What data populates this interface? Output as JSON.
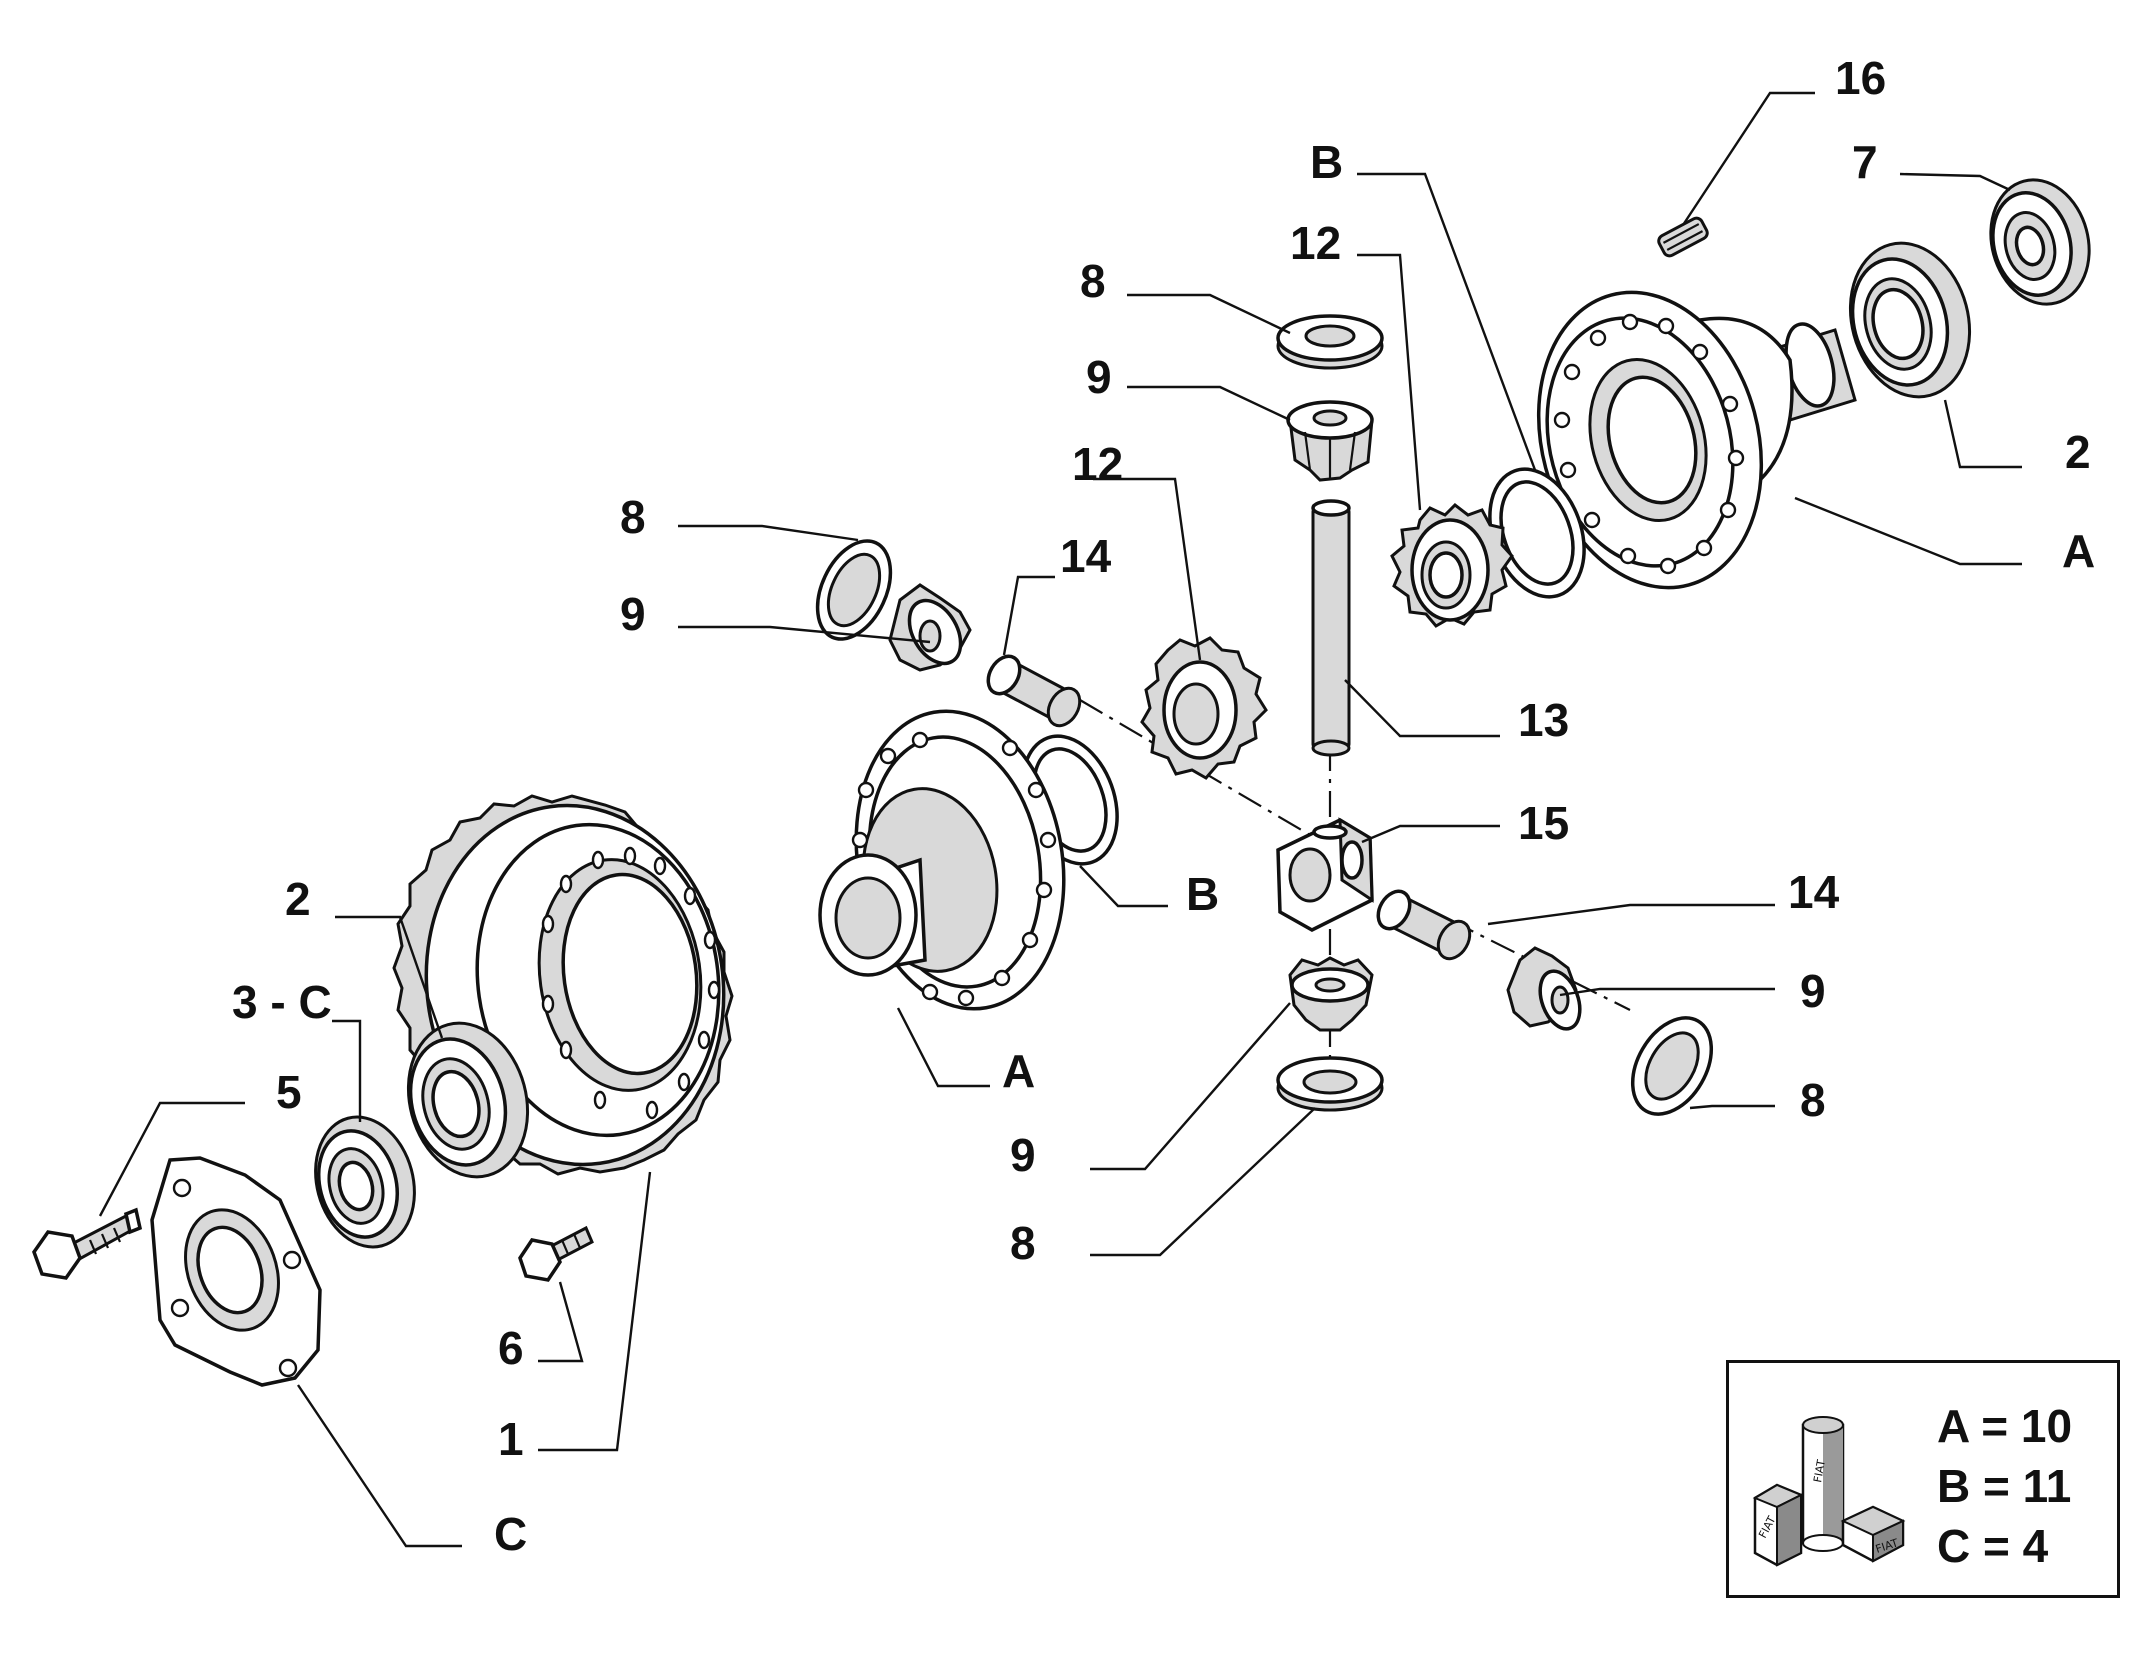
{
  "callouts": [
    {
      "id": "c16",
      "text": "16"
    },
    {
      "id": "c7",
      "text": "7"
    },
    {
      "id": "cB-top",
      "text": "B"
    },
    {
      "id": "c12-top",
      "text": "12"
    },
    {
      "id": "c8-top",
      "text": "8"
    },
    {
      "id": "c9-top",
      "text": "9"
    },
    {
      "id": "c2-right",
      "text": "2"
    },
    {
      "id": "cA-right",
      "text": "A"
    },
    {
      "id": "c12-mid",
      "text": "12"
    },
    {
      "id": "c8-left",
      "text": "8"
    },
    {
      "id": "c14-top",
      "text": "14"
    },
    {
      "id": "c9-left",
      "text": "9"
    },
    {
      "id": "c13",
      "text": "13"
    },
    {
      "id": "c15",
      "text": "15"
    },
    {
      "id": "cB-mid",
      "text": "B"
    },
    {
      "id": "c14-right",
      "text": "14"
    },
    {
      "id": "c2-left",
      "text": "2"
    },
    {
      "id": "c9-right",
      "text": "9"
    },
    {
      "id": "c3C",
      "text": "3 - C"
    },
    {
      "id": "cA-mid",
      "text": "A"
    },
    {
      "id": "c5",
      "text": "5"
    },
    {
      "id": "c8-right",
      "text": "8"
    },
    {
      "id": "c9-bottom",
      "text": "9"
    },
    {
      "id": "c8-bottom",
      "text": "8"
    },
    {
      "id": "c6",
      "text": "6"
    },
    {
      "id": "c1",
      "text": "1"
    },
    {
      "id": "cC",
      "text": "C"
    }
  ],
  "legend": {
    "lines": [
      "A = 10",
      "B = 11",
      "C = 4"
    ],
    "icon_labels": [
      "FIAT",
      "FIAT",
      "FIAT"
    ],
    "icon_name": "fiat-kit-icon"
  }
}
